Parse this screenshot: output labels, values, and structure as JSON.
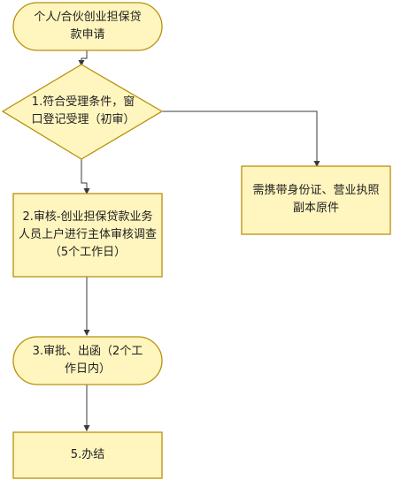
{
  "nodes": {
    "start": {
      "text": "个人/合伙创业担保贷款申请"
    },
    "decision": {
      "text": "1.符合受理条件，窗口登记受理（初审）"
    },
    "docs": {
      "text": "需携带身份证、营业执照副本原件"
    },
    "review": {
      "text": "2.审核-创业担保贷款业务人员上户进行主体审核调查（5个工作日）"
    },
    "approve": {
      "text": "3.审批、出函（2个工作日内）"
    },
    "finish": {
      "text": "5.办结"
    }
  },
  "colors": {
    "node_fill": "#fff5bf",
    "node_border": "#b8900b",
    "connector": "#3a3a3a",
    "text": "#1e1e1e"
  }
}
